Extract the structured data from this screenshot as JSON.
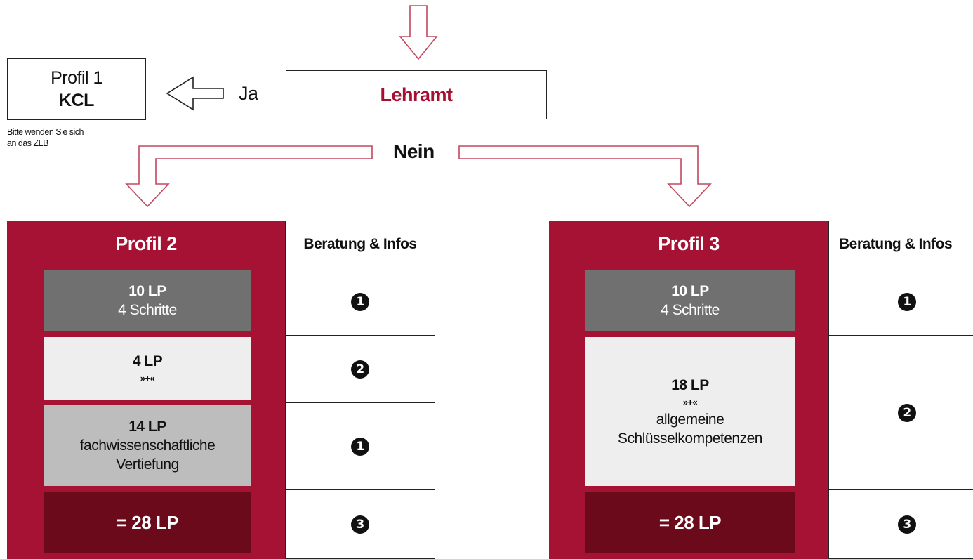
{
  "top": {
    "profil1_line1": "Profil 1",
    "profil1_line2": "KCL",
    "note_line1": "Bitte wenden Sie sich",
    "note_line2": "an das  ZLB",
    "ja": "Ja",
    "lehramt": "Lehramt",
    "nein": "Nein"
  },
  "profil2": {
    "title": "Profil 2",
    "blocks": [
      {
        "lp": "10 LP",
        "text": "4 Schritte"
      },
      {
        "lp": "4 LP",
        "plus": "»+«"
      },
      {
        "lp": "14 LP",
        "text1": "fachwissenschaftliche",
        "text2": "Vertiefung"
      },
      {
        "sum": "= 28 LP"
      }
    ],
    "info_header": "Beratung & Infos",
    "info": [
      "1",
      "2",
      "1",
      "3"
    ]
  },
  "profil3": {
    "title": "Profil 3",
    "blocks": [
      {
        "lp": "10 LP",
        "text": "4 Schritte"
      },
      {
        "lp": "18 LP",
        "plus": "»+«",
        "text1": "allgemeine",
        "text2": "Schlüsselkompetenzen"
      },
      {
        "sum": "= 28 LP"
      }
    ],
    "info_header": "Beratung & Infos",
    "info": [
      "1",
      "2",
      "3"
    ]
  },
  "colors": {
    "panel": "#a61234",
    "lehramt_text": "#a50f32",
    "sum": "#6a0a1a",
    "arrow": "#a61234"
  }
}
